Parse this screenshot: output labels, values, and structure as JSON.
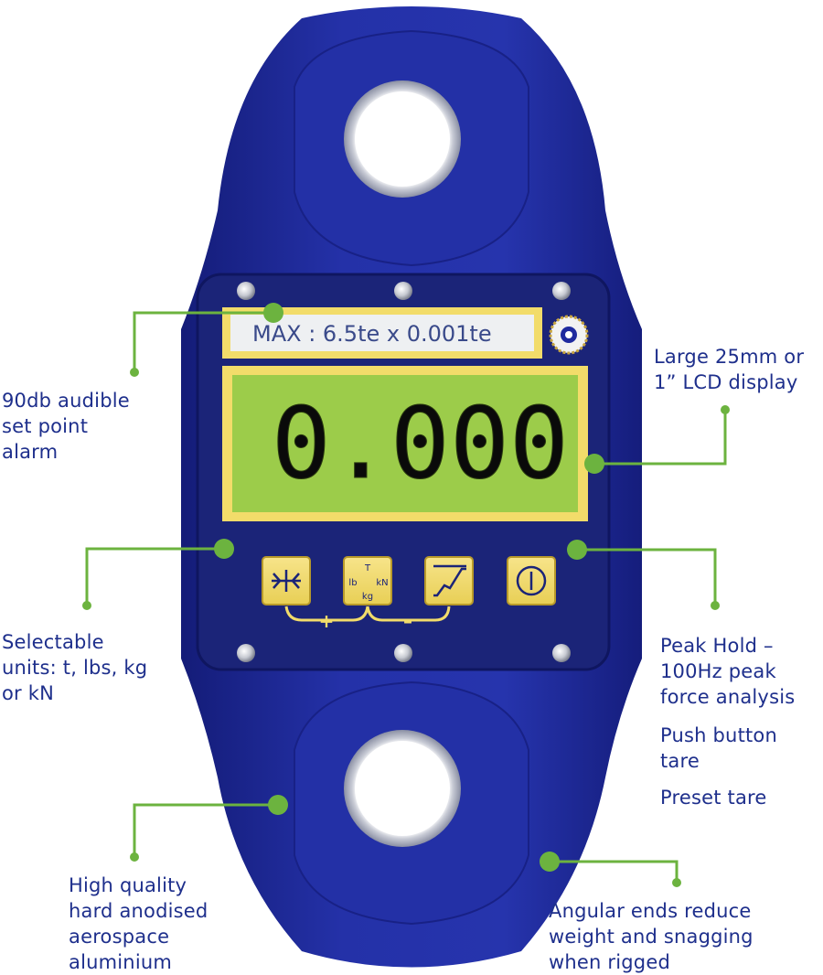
{
  "device": {
    "max_label": "MAX : 6.5te x 0.001te",
    "reading": "0.000",
    "buttons": [
      {
        "name": "zero-tare-button",
        "icon": "zero-tare-icon"
      },
      {
        "name": "units-button",
        "icon": "units-icon",
        "units": [
          "T",
          "lb",
          "kN",
          "kg"
        ]
      },
      {
        "name": "peak-hold-button",
        "icon": "peak-hold-icon"
      },
      {
        "name": "power-button",
        "icon": "power-icon"
      }
    ],
    "combo_plus": "+",
    "combo_minus": "–"
  },
  "callouts": {
    "alarm": [
      "90db audible",
      "set point",
      "alarm"
    ],
    "units": [
      "Selectable",
      "units: t, lbs, kg",
      "or kN"
    ],
    "material": [
      "High quality",
      "hard anodised",
      "aerospace",
      "aluminium"
    ],
    "display": [
      "Large 25mm or",
      "1” LCD display"
    ],
    "peak": [
      "Peak Hold –",
      "100Hz peak",
      "force analysis"
    ],
    "push_tare": [
      "Push button",
      "tare"
    ],
    "preset_tare": "Preset tare",
    "angular": [
      "Angular ends reduce",
      "weight and snagging",
      "when rigged"
    ]
  },
  "colors": {
    "body": "#1f2a9e",
    "body_dark": "#141d7a",
    "panel": "#1b2478",
    "lcd": "#9ccc4a",
    "yellow": "#f2dc6a",
    "accent_green": "#6cb33f",
    "text": "#1e2f8c"
  }
}
